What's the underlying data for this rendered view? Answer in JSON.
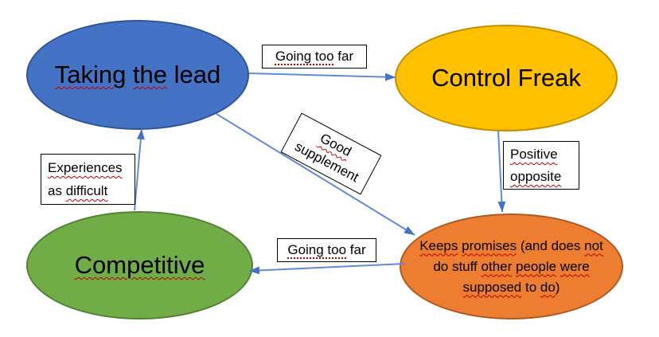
{
  "colors": {
    "arrow_line": "#6389DB",
    "arrow_head": "#4472C4",
    "squiggle": "#C00000",
    "node_blue_fill": "#4472C4",
    "node_blue_stroke": "#2F5597",
    "node_yellow_fill": "#FFC000",
    "node_yellow_stroke": "#BF9000",
    "node_green_fill": "#70AD47",
    "node_green_stroke": "#548235",
    "node_orange_fill": "#ED7D31",
    "node_orange_stroke": "#AE5A21"
  },
  "nodes": {
    "taking_the_lead": {
      "label": "Taking the lead",
      "segments": [
        {
          "t": "Taking",
          "m": "wavy"
        },
        {
          "t": " "
        },
        {
          "t": "the",
          "m": "wavy"
        },
        {
          "t": " lead"
        }
      ]
    },
    "control_freak": {
      "label": "Control Freak",
      "segments": [
        {
          "t": "Control Freak"
        }
      ]
    },
    "competitive": {
      "label": "Competitive",
      "segments": [
        {
          "t": "Competitive",
          "m": "wavy"
        }
      ]
    },
    "keeps_promises": {
      "label": "Keeps promises (and does not do stuff other people were supposed to do)",
      "segments": [
        {
          "t": "Keeps",
          "m": "wavy"
        },
        {
          "t": " "
        },
        {
          "t": "promises",
          "m": "wavy"
        },
        {
          "t": " (and does "
        },
        {
          "t": "not",
          "m": "wavy"
        },
        {
          "br": true
        },
        {
          "t": "do stuff "
        },
        {
          "t": "other",
          "m": "wavy"
        },
        {
          "t": " "
        },
        {
          "t": "people",
          "m": "wavy"
        },
        {
          "t": " "
        },
        {
          "t": "were",
          "m": "wavy"
        },
        {
          "br": true
        },
        {
          "t": "supposed",
          "m": "wavy"
        },
        {
          "t": " to "
        },
        {
          "t": "do",
          "m": "wavy"
        },
        {
          "t": ")"
        }
      ]
    }
  },
  "edge_labels": {
    "going_too_far_top": {
      "label": "Going too far",
      "segments": [
        {
          "t": "Going too",
          "m": "dotted"
        },
        {
          "t": " far"
        }
      ]
    },
    "good_supplement": {
      "label": "Good supplement",
      "segments": [
        {
          "t": "Good",
          "m": "wavy"
        },
        {
          "br": true
        },
        {
          "t": "supplement"
        }
      ]
    },
    "positive_opposite": {
      "label": "Positive opposite",
      "segments": [
        {
          "t": "Positive",
          "m": "wavy"
        },
        {
          "br": true
        },
        {
          "t": "opposite",
          "m": "wavy"
        }
      ]
    },
    "experiences_as_difficult": {
      "label": "Experiences as difficult",
      "segments": [
        {
          "t": "Experiences",
          "m": "wavy"
        },
        {
          "br": true
        },
        {
          "t": "as "
        },
        {
          "t": "difficult",
          "m": "wavy"
        }
      ]
    },
    "going_too_far_bottom": {
      "label": "Going too far",
      "segments": [
        {
          "t": "Going too",
          "m": "dotted"
        },
        {
          "t": " far"
        }
      ]
    }
  },
  "edges": [
    {
      "from": "Taking the lead",
      "to": "Control Freak",
      "label": "Going too far"
    },
    {
      "from": "Taking the lead",
      "to": "Keeps promises (and does not do stuff other people were supposed to do)",
      "label": "Good supplement"
    },
    {
      "from": "Control Freak",
      "to": "Keeps promises (and does not do stuff other people were supposed to do)",
      "label": "Positive opposite"
    },
    {
      "from": "Keeps promises (and does not do stuff other people were supposed to do)",
      "to": "Competitive",
      "label": "Going too far"
    },
    {
      "from": "Competitive",
      "to": "Taking the lead",
      "label": "Experiences as difficult"
    }
  ]
}
